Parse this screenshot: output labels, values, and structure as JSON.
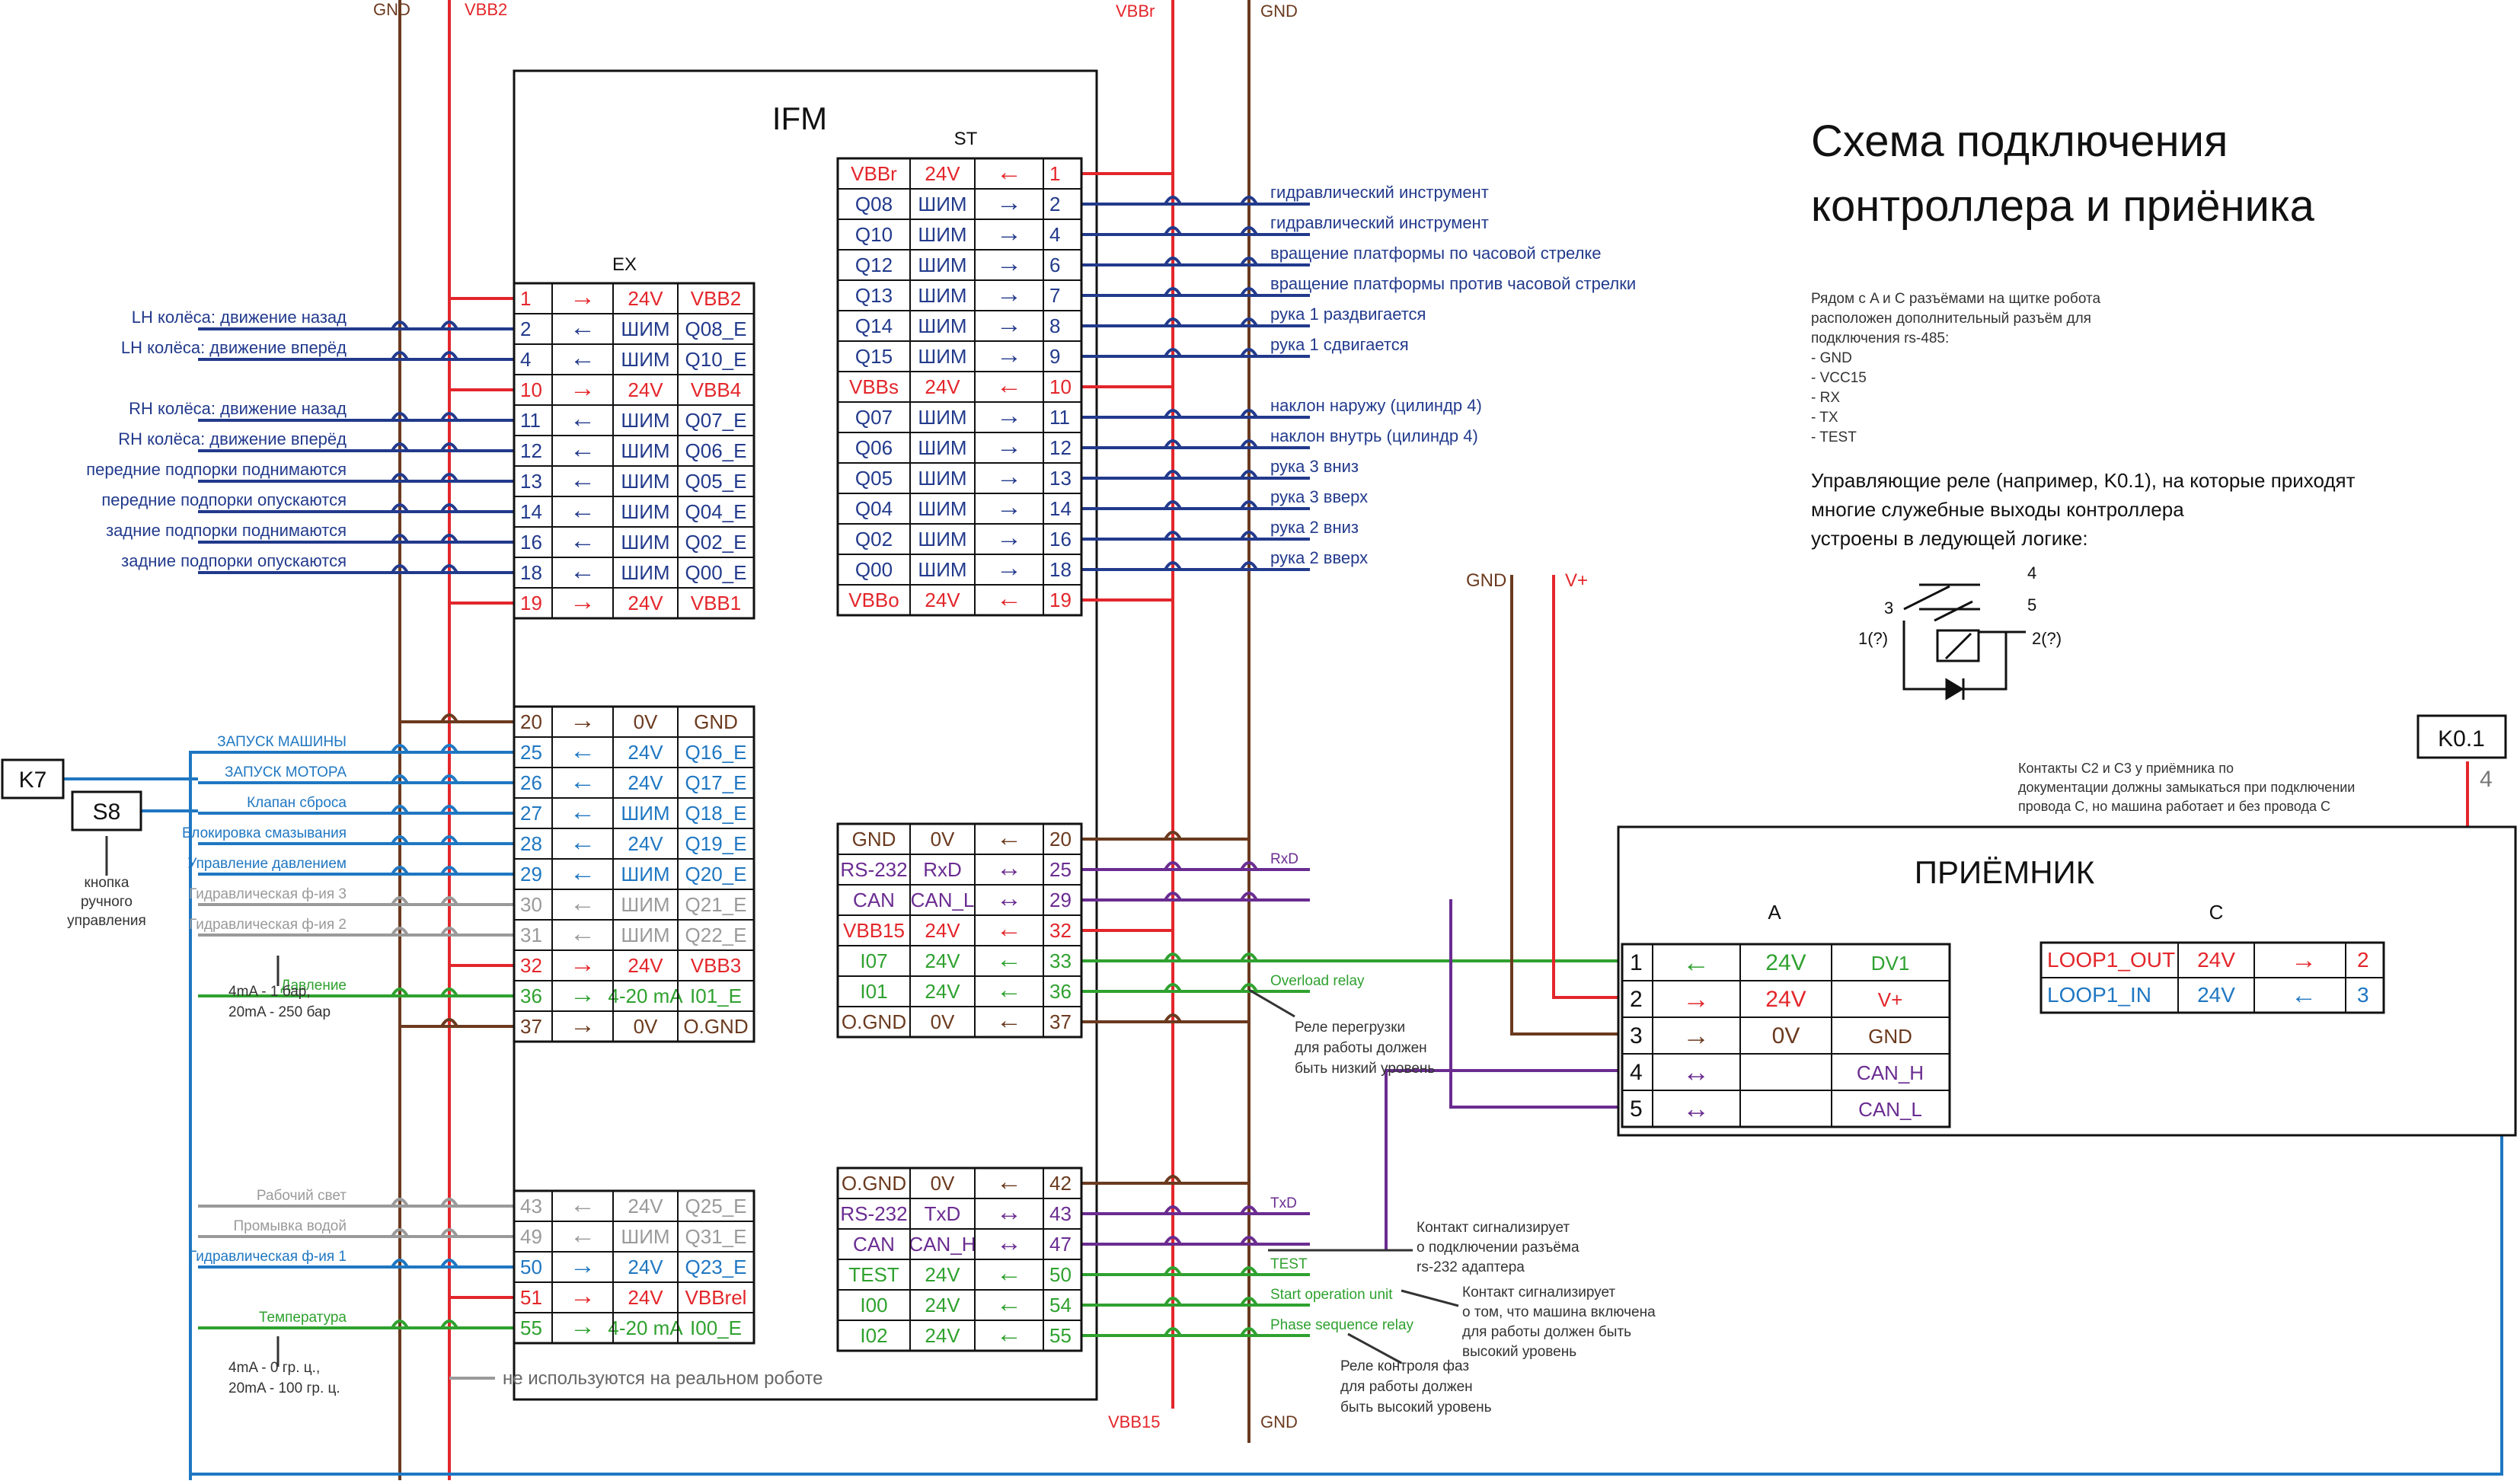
{
  "colors": {
    "gnd": "#6b3a1f",
    "red": "#e3262b",
    "blue": "#223a8c",
    "lblue": "#1f77c2",
    "gray": "#9a9a9a",
    "green": "#2fa12f",
    "purple": "#6a2c91",
    "black": "#111111"
  },
  "rails": {
    "gnd_left": "GND",
    "vbb2": "VBB2",
    "vbbr": "VBBr",
    "gnd_right": "GND",
    "vbb15": "VBB15",
    "gnd_bottom": "GND",
    "gnd_mid": "GND",
    "vplus": "V+"
  },
  "title": {
    "line1": "Схема подключения",
    "line2": "контроллера и приёника"
  },
  "note_rs485": [
    "Рядом с A и C разъёмами на щитке робота",
    "расположен дополнительный разъём для",
    "подключения rs-485:",
    "- GND",
    "- VCC15",
    "- RX",
    "- TX",
    "- TEST"
  ],
  "relay_note": [
    "Управляющие реле (например, K0.1), на которые приходят",
    "многие служебные выходы контроллера",
    "устроены в ледующей логике:"
  ],
  "relay_pins": {
    "p1": "1(?)",
    "p2": "2(?)",
    "p3": "3",
    "p4": "4",
    "p5": "5"
  },
  "contacts_note": [
    "Контакты C2 и C3 у приёмника по",
    "документации должны замыкаться при подключении",
    "провода C, но машина работает и без провода C"
  ],
  "k01": {
    "label": "K0.1",
    "pin": "4"
  },
  "k7": "K7",
  "s8": "S8",
  "s8_note": [
    "кнопка",
    "ручного",
    "управления"
  ],
  "ifm": {
    "title": "IFM",
    "ex": "EX",
    "st": "ST"
  },
  "ex_rows": [
    {
      "pin": "1",
      "arrow": "→",
      "val": "24V",
      "name": "VBB2",
      "c": "red",
      "label": "",
      "lc": ""
    },
    {
      "pin": "2",
      "arrow": "←",
      "val": "ШИМ",
      "name": "Q08_E",
      "c": "blue",
      "label": "LH колёса: движение назад",
      "lc": "blue"
    },
    {
      "pin": "4",
      "arrow": "←",
      "val": "ШИМ",
      "name": "Q10_E",
      "c": "blue",
      "label": "LH колёса: движение вперёд",
      "lc": "blue"
    },
    {
      "pin": "10",
      "arrow": "→",
      "val": "24V",
      "name": "VBB4",
      "c": "red",
      "label": "",
      "lc": ""
    },
    {
      "pin": "11",
      "arrow": "←",
      "val": "ШИМ",
      "name": "Q07_E",
      "c": "blue",
      "label": "RH колёса: движение назад",
      "lc": "blue"
    },
    {
      "pin": "12",
      "arrow": "←",
      "val": "ШИМ",
      "name": "Q06_E",
      "c": "blue",
      "label": "RH колёса: движение вперёд",
      "lc": "blue"
    },
    {
      "pin": "13",
      "arrow": "←",
      "val": "ШИМ",
      "name": "Q05_E",
      "c": "blue",
      "label": "передние подпорки поднимаются",
      "lc": "blue"
    },
    {
      "pin": "14",
      "arrow": "←",
      "val": "ШИМ",
      "name": "Q04_E",
      "c": "blue",
      "label": "передние подпорки опускаются",
      "lc": "blue"
    },
    {
      "pin": "16",
      "arrow": "←",
      "val": "ШИМ",
      "name": "Q02_E",
      "c": "blue",
      "label": "задние подпорки поднимаются",
      "lc": "blue"
    },
    {
      "pin": "18",
      "arrow": "←",
      "val": "ШИМ",
      "name": "Q00_E",
      "c": "blue",
      "label": "задние подпорки опускаются",
      "lc": "blue"
    },
    {
      "pin": "19",
      "arrow": "→",
      "val": "24V",
      "name": "VBB1",
      "c": "red",
      "label": "",
      "lc": ""
    }
  ],
  "ex2_rows": [
    {
      "pin": "20",
      "arrow": "→",
      "val": "0V",
      "name": "GND",
      "c": "gnd",
      "label": "",
      "lc": ""
    },
    {
      "pin": "25",
      "arrow": "←",
      "val": "24V",
      "name": "Q16_E",
      "c": "lblue",
      "label": "ЗАПУСК МАШИНЫ",
      "lc": "lblue"
    },
    {
      "pin": "26",
      "arrow": "←",
      "val": "24V",
      "name": "Q17_E",
      "c": "lblue",
      "label": "ЗАПУСК МОТОРА",
      "lc": "lblue"
    },
    {
      "pin": "27",
      "arrow": "←",
      "val": "ШИМ",
      "name": "Q18_E",
      "c": "lblue",
      "label": "Клапан сброса",
      "lc": "lblue"
    },
    {
      "pin": "28",
      "arrow": "←",
      "val": "24V",
      "name": "Q19_E",
      "c": "lblue",
      "label": "Блокировка смазывания",
      "lc": "lblue"
    },
    {
      "pin": "29",
      "arrow": "←",
      "val": "ШИМ",
      "name": "Q20_E",
      "c": "lblue",
      "label": "Управление давлением",
      "lc": "lblue"
    },
    {
      "pin": "30",
      "arrow": "←",
      "val": "ШИМ",
      "name": "Q21_E",
      "c": "gray",
      "label": "Гидравлическая ф-ия 3",
      "lc": "gray"
    },
    {
      "pin": "31",
      "arrow": "←",
      "val": "ШИМ",
      "name": "Q22_E",
      "c": "gray",
      "label": "Гидравлическая ф-ия 2",
      "lc": "gray"
    },
    {
      "pin": "32",
      "arrow": "→",
      "val": "24V",
      "name": "VBB3",
      "c": "red",
      "label": "",
      "lc": ""
    },
    {
      "pin": "36",
      "arrow": "→",
      "val": "4-20 mA",
      "name": "I01_E",
      "c": "green",
      "label": "Давление",
      "lc": "green"
    },
    {
      "pin": "37",
      "arrow": "→",
      "val": "0V",
      "name": "O.GND",
      "c": "gnd",
      "label": "",
      "lc": ""
    }
  ],
  "ex3_rows": [
    {
      "pin": "43",
      "arrow": "←",
      "val": "24V",
      "name": "Q25_E",
      "c": "gray",
      "label": "Рабочий свет",
      "lc": "gray"
    },
    {
      "pin": "49",
      "arrow": "←",
      "val": "ШИМ",
      "name": "Q31_E",
      "c": "gray",
      "label": "Промывка водой",
      "lc": "gray"
    },
    {
      "pin": "50",
      "arrow": "→",
      "val": "24V",
      "name": "Q23_E",
      "c": "lblue",
      "label": "Гидравлическая ф-ия 1",
      "lc": "lblue"
    },
    {
      "pin": "51",
      "arrow": "→",
      "val": "24V",
      "name": "VBBrel",
      "c": "red",
      "label": "",
      "lc": ""
    },
    {
      "pin": "55",
      "arrow": "→",
      "val": "4-20 mA",
      "name": "I00_E",
      "c": "green",
      "label": "Температура",
      "lc": "green"
    }
  ],
  "pressure_note": [
    "4mA - 1 бар,",
    "20mA - 250 бар"
  ],
  "temp_note": [
    "4mA - 0 гр. ц.,",
    "20mA - 100 гр. ц."
  ],
  "unused_legend": "не используются на реальном роботе",
  "st_rows": [
    {
      "name": "VBBr",
      "val": "24V",
      "arrow": "←",
      "pin": "1",
      "c": "red",
      "label": "",
      "lc": ""
    },
    {
      "name": "Q08",
      "val": "ШИМ",
      "arrow": "→",
      "pin": "2",
      "c": "blue",
      "label": "гидравлический инструмент",
      "lc": "blue"
    },
    {
      "name": "Q10",
      "val": "ШИМ",
      "arrow": "→",
      "pin": "4",
      "c": "blue",
      "label": "гидравлический инструмент",
      "lc": "blue"
    },
    {
      "name": "Q12",
      "val": "ШИМ",
      "arrow": "→",
      "pin": "6",
      "c": "blue",
      "label": "вращение платформы по часовой стрелке",
      "lc": "blue"
    },
    {
      "name": "Q13",
      "val": "ШИМ",
      "arrow": "→",
      "pin": "7",
      "c": "blue",
      "label": "вращение платформы против часовой стрелки",
      "lc": "blue"
    },
    {
      "name": "Q14",
      "val": "ШИМ",
      "arrow": "→",
      "pin": "8",
      "c": "blue",
      "label": "рука 1 раздвигается",
      "lc": "blue"
    },
    {
      "name": "Q15",
      "val": "ШИМ",
      "arrow": "→",
      "pin": "9",
      "c": "blue",
      "label": "рука 1 сдвигается",
      "lc": "blue"
    },
    {
      "name": "VBBs",
      "val": "24V",
      "arrow": "←",
      "pin": "10",
      "c": "red",
      "label": "",
      "lc": ""
    },
    {
      "name": "Q07",
      "val": "ШИМ",
      "arrow": "→",
      "pin": "11",
      "c": "blue",
      "label": "наклон наружу (цилиндр 4)",
      "lc": "blue"
    },
    {
      "name": "Q06",
      "val": "ШИМ",
      "arrow": "→",
      "pin": "12",
      "c": "blue",
      "label": "наклон внутрь (цилиндр 4)",
      "lc": "blue"
    },
    {
      "name": "Q05",
      "val": "ШИМ",
      "arrow": "→",
      "pin": "13",
      "c": "blue",
      "label": "рука 3 вниз",
      "lc": "blue"
    },
    {
      "name": "Q04",
      "val": "ШИМ",
      "arrow": "→",
      "pin": "14",
      "c": "blue",
      "label": "рука 3 вверх",
      "lc": "blue"
    },
    {
      "name": "Q02",
      "val": "ШИМ",
      "arrow": "→",
      "pin": "16",
      "c": "blue",
      "label": "рука 2 вниз",
      "lc": "blue"
    },
    {
      "name": "Q00",
      "val": "ШИМ",
      "arrow": "→",
      "pin": "18",
      "c": "blue",
      "label": "рука 2 вверх",
      "lc": "blue"
    },
    {
      "name": "VBBo",
      "val": "24V",
      "arrow": "←",
      "pin": "19",
      "c": "red",
      "label": "",
      "lc": ""
    }
  ],
  "st2_rows": [
    {
      "name": "GND",
      "val": "0V",
      "arrow": "←",
      "pin": "20",
      "c": "gnd",
      "label": "",
      "lc": ""
    },
    {
      "name": "RS-232",
      "val": "RxD",
      "arrow": "↔",
      "pin": "25",
      "c": "purple",
      "label": "RxD",
      "lc": "purple"
    },
    {
      "name": "CAN",
      "val": "CAN_L",
      "arrow": "↔",
      "pin": "29",
      "c": "purple",
      "label": "",
      "lc": ""
    },
    {
      "name": "VBB15",
      "val": "24V",
      "arrow": "←",
      "pin": "32",
      "c": "red",
      "label": "",
      "lc": ""
    },
    {
      "name": "I07",
      "val": "24V",
      "arrow": "←",
      "pin": "33",
      "c": "green",
      "label": "",
      "lc": ""
    },
    {
      "name": "I01",
      "val": "24V",
      "arrow": "←",
      "pin": "36",
      "c": "green",
      "label": "Overload relay",
      "lc": "green"
    },
    {
      "name": "O.GND",
      "val": "0V",
      "arrow": "←",
      "pin": "37",
      "c": "gnd",
      "label": "",
      "lc": ""
    }
  ],
  "st3_rows": [
    {
      "name": "O.GND",
      "val": "0V",
      "arrow": "←",
      "pin": "42",
      "c": "gnd",
      "label": "",
      "lc": ""
    },
    {
      "name": "RS-232",
      "val": "TxD",
      "arrow": "↔",
      "pin": "43",
      "c": "purple",
      "label": "TxD",
      "lc": "purple"
    },
    {
      "name": "CAN",
      "val": "CAN_H",
      "arrow": "↔",
      "pin": "47",
      "c": "purple",
      "label": "",
      "lc": ""
    },
    {
      "name": "TEST",
      "val": "24V",
      "arrow": "←",
      "pin": "50",
      "c": "green",
      "label": "TEST",
      "lc": "green"
    },
    {
      "name": "I00",
      "val": "24V",
      "arrow": "←",
      "pin": "54",
      "c": "green",
      "label": "Start operation unit",
      "lc": "green"
    },
    {
      "name": "I02",
      "val": "24V",
      "arrow": "←",
      "pin": "55",
      "c": "green",
      "label": "Phase sequence relay",
      "lc": "green"
    }
  ],
  "overload_note": [
    "Реле перегрузки",
    "для работы должен",
    "быть низкий уровень"
  ],
  "test_note": [
    "Контакт сигнализирует",
    "о подключении разъёма",
    "rs-232 адаптера"
  ],
  "start_note": [
    "Контакт сигнализирует",
    "о том, что машина включена",
    "для работы должен быть",
    "высокий уровень"
  ],
  "phase_note": [
    "Реле контроля фаз",
    "для работы должен",
    "быть высокий уровень"
  ],
  "receiver": {
    "title": "ПРИЁМНИК",
    "a": "A",
    "c": "C",
    "a_rows": [
      {
        "pin": "1",
        "arrow": "←",
        "val": "24V",
        "name": "DV1",
        "c": "green"
      },
      {
        "pin": "2",
        "arrow": "→",
        "val": "24V",
        "name": "V+",
        "c": "red"
      },
      {
        "pin": "3",
        "arrow": "→",
        "val": "0V",
        "name": "GND",
        "c": "gnd"
      },
      {
        "pin": "4",
        "arrow": "↔",
        "val": "",
        "name": "CAN_H",
        "c": "purple"
      },
      {
        "pin": "5",
        "arrow": "↔",
        "val": "",
        "name": "CAN_L",
        "c": "purple"
      }
    ],
    "c_rows": [
      {
        "name": "LOOP1_OUT",
        "val": "24V",
        "arrow": "→",
        "pin": "2",
        "c": "red"
      },
      {
        "name": "LOOP1_IN",
        "val": "24V",
        "arrow": "←",
        "pin": "3",
        "c": "lblue"
      }
    ]
  }
}
